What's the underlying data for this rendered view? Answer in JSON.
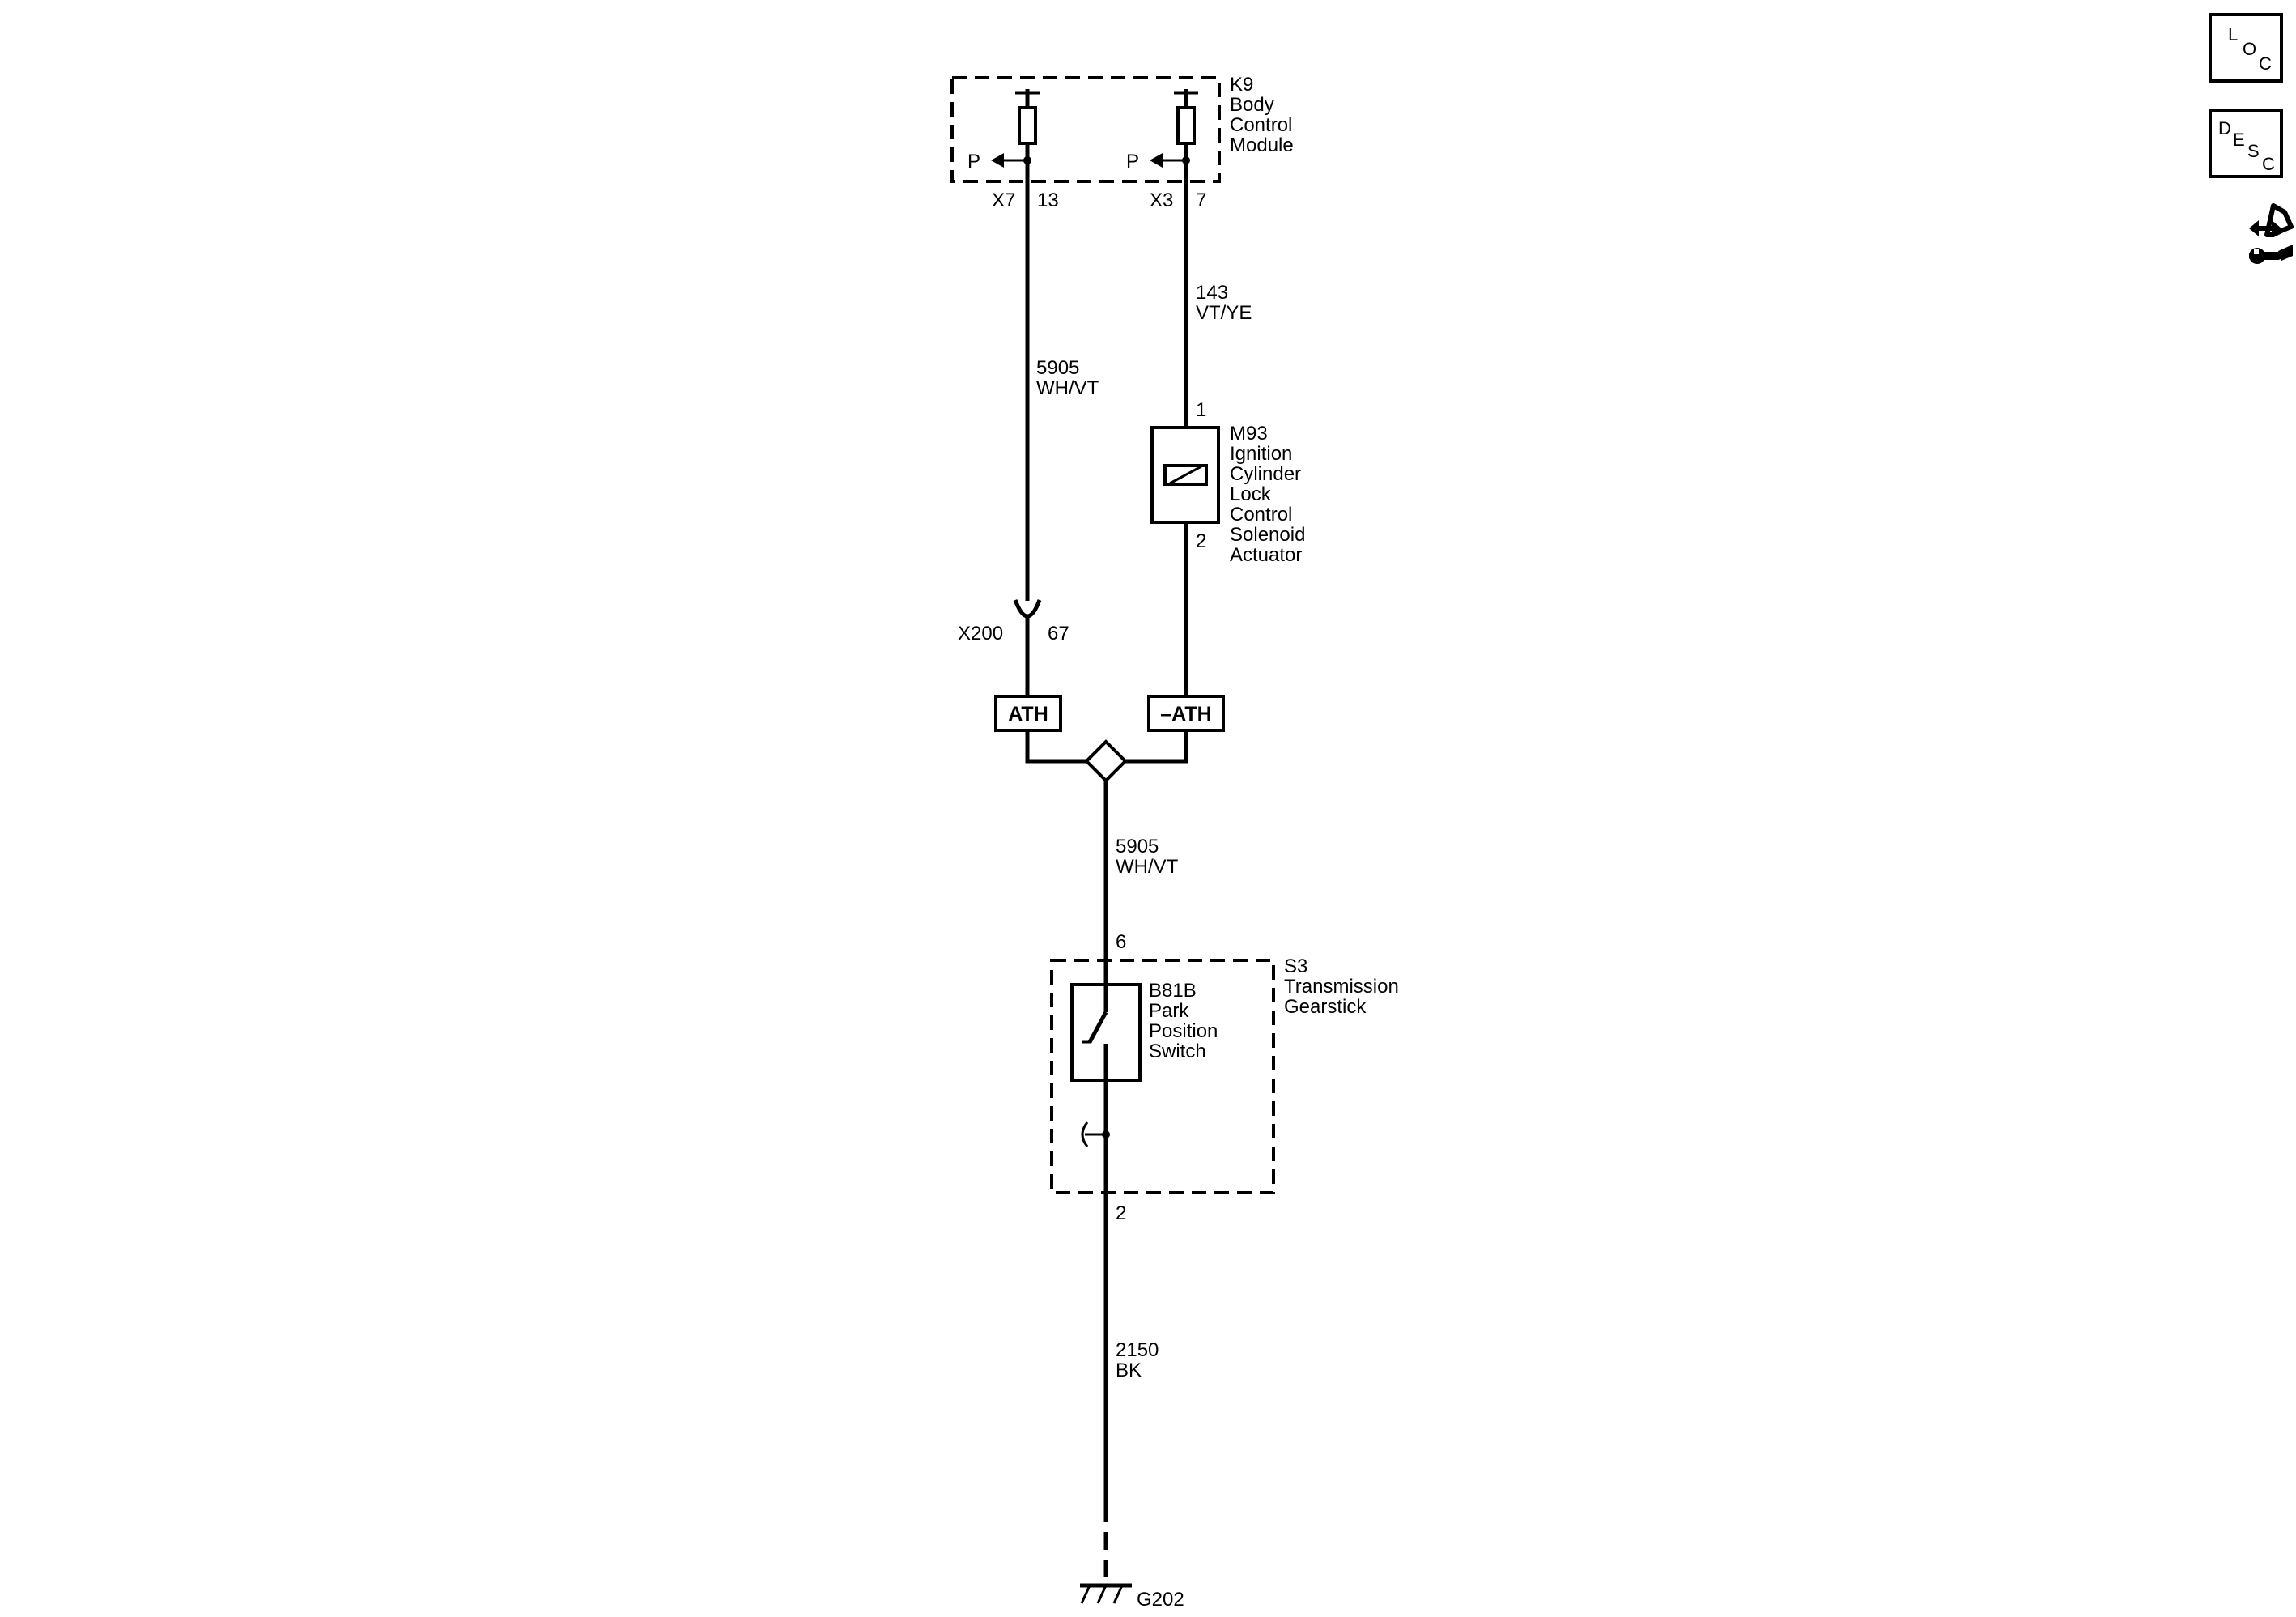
{
  "k9": {
    "id": "K9",
    "name_lines": [
      "Body",
      "Control",
      "Module"
    ],
    "pin_left_mark": "P",
    "pin_right_mark": "P",
    "conn_left": "X7",
    "pin_left": "13",
    "conn_right": "X3",
    "pin_right": "7"
  },
  "wire_143": {
    "circuit": "143",
    "color": "VT/YE"
  },
  "wire_5905_upper": {
    "circuit": "5905",
    "color": "WH/VT"
  },
  "m93": {
    "pin_top": "1",
    "pin_bottom": "2",
    "id": "M93",
    "name_lines": [
      "Ignition",
      "Cylinder",
      "Lock",
      "Control",
      "Solenoid",
      "Actuator"
    ]
  },
  "x200": {
    "connector": "X200",
    "pin": "67"
  },
  "options": {
    "left": "ATH",
    "right": "–ATH"
  },
  "wire_5905_lower": {
    "circuit": "5905",
    "color": "WH/VT"
  },
  "s3": {
    "pin_top": "6",
    "pin_bottom": "2",
    "id": "S3",
    "name_lines": [
      "Transmission",
      "Gearstick"
    ]
  },
  "b81b": {
    "id": "B81B",
    "name_lines": [
      "Park",
      "Position",
      "Switch"
    ]
  },
  "wire_2150": {
    "circuit": "2150",
    "color": "BK"
  },
  "ground": {
    "id": "G202"
  },
  "sidebar": {
    "loc": {
      "letters": [
        "L",
        "O",
        "C"
      ],
      "icon": "location-view-icon"
    },
    "desc": {
      "letters": [
        "D",
        "E",
        "S",
        "C"
      ],
      "icon": "description-view-icon"
    },
    "tool": {
      "icon": "connector-tool-icon"
    }
  }
}
